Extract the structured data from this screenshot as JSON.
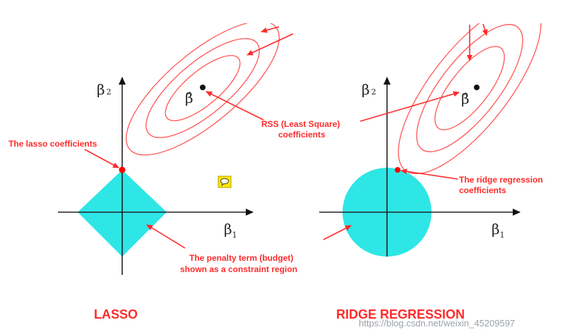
{
  "lasso": {
    "title": "LASSO",
    "axis_y": {
      "symbol": "β",
      "sub": "2"
    },
    "axis_x": {
      "symbol": "β",
      "sub": "1"
    },
    "beta_hat": "β̂",
    "label_coefficients": "The lasso coefficients",
    "label_rss": [
      "RSS (Least Square)",
      "coefficients"
    ],
    "label_penalty": [
      "The penalty term (budget)",
      "shown as a constraint region"
    ]
  },
  "ridge": {
    "title": "RIDGE REGRESSION",
    "axis_y": {
      "symbol": "β",
      "sub": "2"
    },
    "axis_x": {
      "symbol": "β",
      "sub": "1"
    },
    "beta_hat": "β̂",
    "label_coefficients": [
      "The ridge regression",
      "coefficients"
    ]
  },
  "watermark": "https://blog.csdn.net/weixin_45209597",
  "colors": {
    "constraint_fill": "#2ee6e6",
    "contour": "#ff5555",
    "annotation": "#ff2a2a",
    "point": "#ff0000",
    "axis": "#222222"
  },
  "icons": {
    "center_badge": "speech-bubble-icon"
  }
}
